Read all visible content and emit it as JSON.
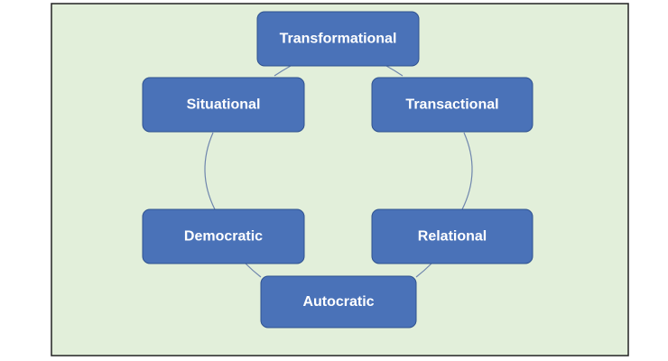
{
  "diagram": {
    "type": "cycle",
    "nodes": [
      {
        "id": "transformational",
        "label": "Transformational"
      },
      {
        "id": "transactional",
        "label": "Transactional"
      },
      {
        "id": "relational",
        "label": "Relational"
      },
      {
        "id": "autocratic",
        "label": "Autocratic"
      },
      {
        "id": "democratic",
        "label": "Democratic"
      },
      {
        "id": "situational",
        "label": "Situational"
      }
    ]
  },
  "colors": {
    "background": "#e2efda",
    "border": "#222222",
    "node_fill": "#4a72b8",
    "node_stroke": "#2f528f",
    "connector": "#6f86ad",
    "text": "#ffffff"
  }
}
